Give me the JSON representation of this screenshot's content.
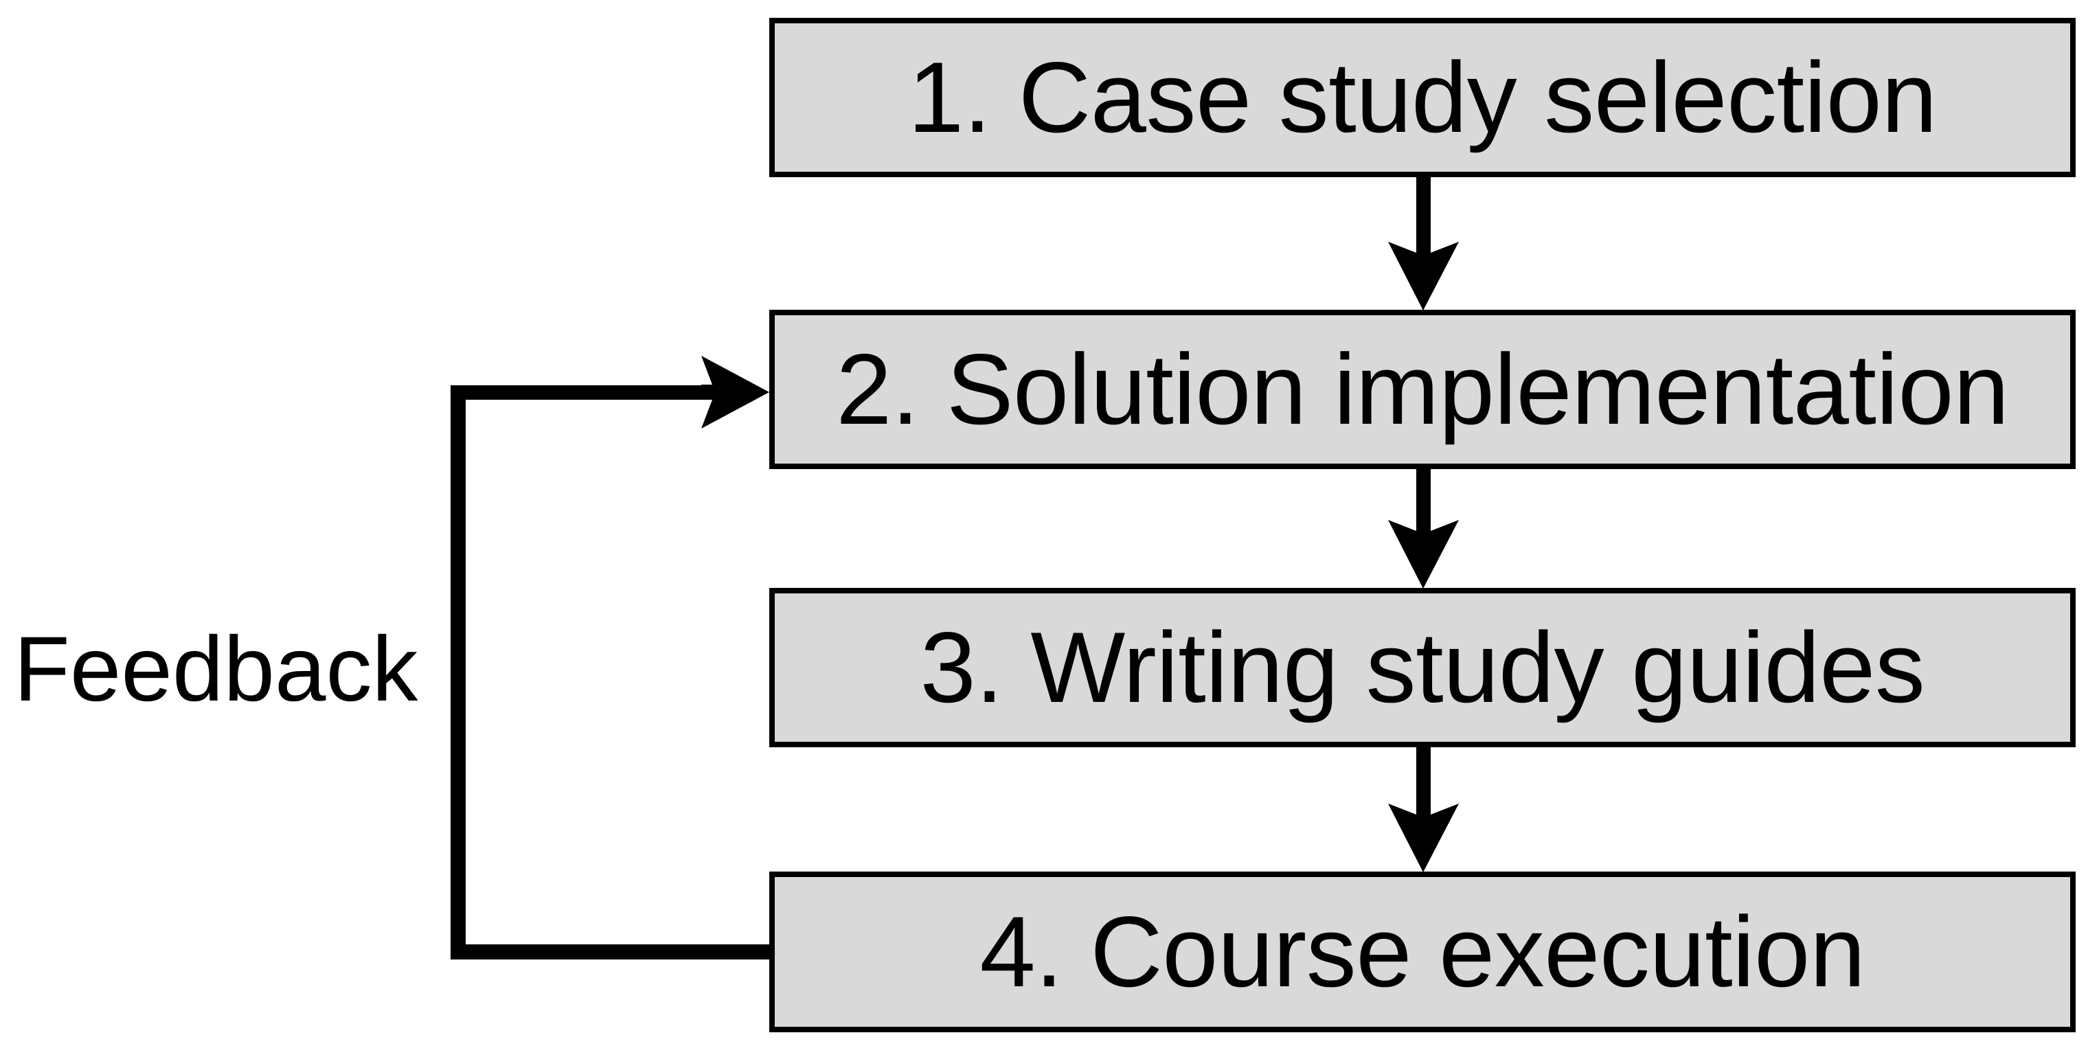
{
  "diagram": {
    "type": "flowchart",
    "orientation": "vertical",
    "background_color": "#FFFFFF",
    "node_fill_color": "#D9D9D9",
    "node_border_color": "#000000",
    "connector_color": "#000000",
    "nodes": [
      {
        "id": "step-1",
        "label": "1. Case study selection"
      },
      {
        "id": "step-2",
        "label": "2. Solution implementation"
      },
      {
        "id": "step-3",
        "label": "3. Writing study guides"
      },
      {
        "id": "step-4",
        "label": "4. Course execution"
      }
    ],
    "edges": [
      {
        "id": "edge-1-2",
        "from": "step-1",
        "to": "step-2",
        "label": "",
        "style": "straight-down-arrow"
      },
      {
        "id": "edge-2-3",
        "from": "step-2",
        "to": "step-3",
        "label": "",
        "style": "straight-down-arrow"
      },
      {
        "id": "edge-3-4",
        "from": "step-3",
        "to": "step-4",
        "label": "",
        "style": "straight-down-arrow"
      },
      {
        "id": "edge-4-2",
        "from": "step-4",
        "to": "step-2",
        "label": "Feedback",
        "style": "left-routed-loop-arrow"
      }
    ],
    "edge_labels": {
      "feedback": "Feedback"
    }
  }
}
